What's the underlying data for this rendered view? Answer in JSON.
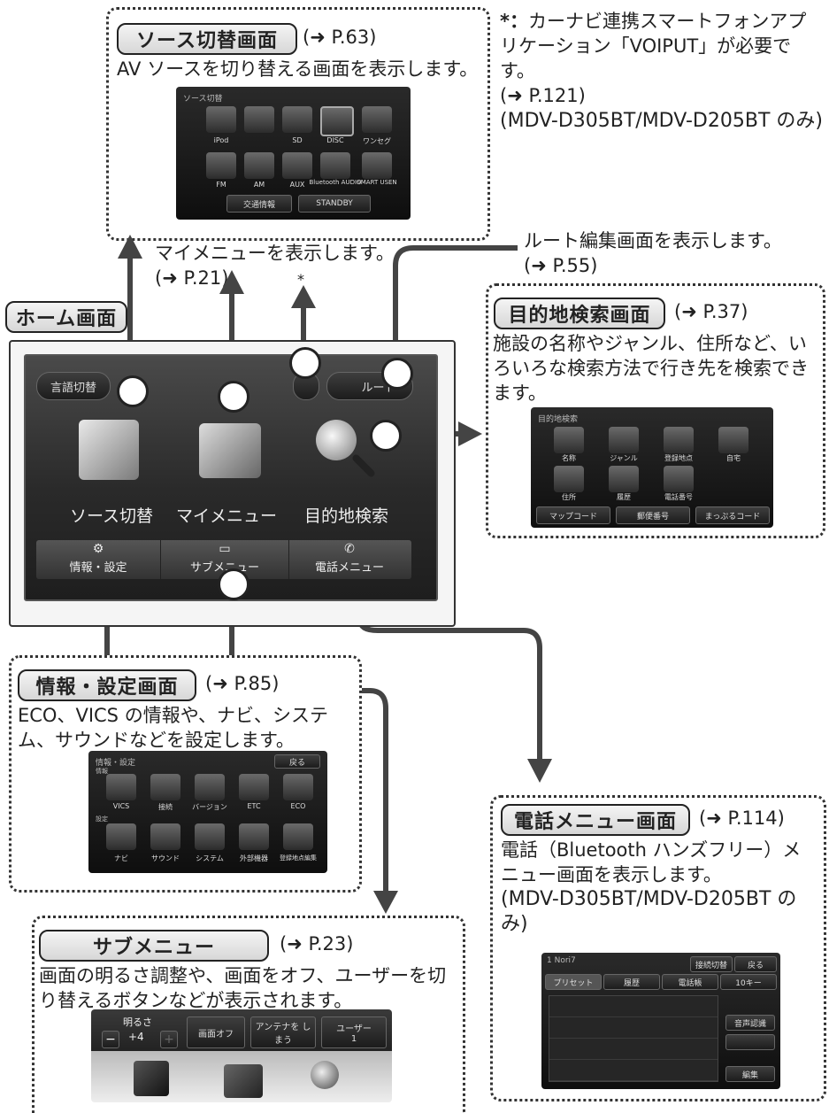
{
  "source_screen": {
    "title": "ソース切替画面",
    "ref": "(➜ P.63)",
    "desc": "AV ソースを切り替える画面を表示します。",
    "shot_title": "ソース切替",
    "items": [
      "iPod",
      "",
      "SD",
      "DISC",
      "ワンセグ",
      "FM",
      "AM",
      "AUX",
      "Bluetooth AUDIO",
      "SMART USEN"
    ],
    "traffic": "交通情報",
    "standby": "STANDBY"
  },
  "note": {
    "star": "*：",
    "text": "カーナビ連携スマートフォンアプリケーション「VOIPUT」が必要です。",
    "ref": "(➜ P.121)",
    "models": "(MDV-D305BT/MDV-D205BT のみ)"
  },
  "mymenu": {
    "text": "マイメニューを表示します。",
    "ref": "(➜ P.21)"
  },
  "asterisk": "*",
  "route_edit": {
    "text": "ルート編集画面を表示します。",
    "ref": "(➜ P.55)"
  },
  "home": {
    "label": "ホーム画面",
    "lang_button": "言語切替",
    "route_button": "ルート",
    "items": [
      "ソース切替",
      "マイメニュー",
      "目的地検索"
    ],
    "bottom": [
      "情報・設定",
      "サブメニュー",
      "電話メニュー"
    ]
  },
  "dest": {
    "title": "目的地検索画面",
    "ref": "(➜ P.37)",
    "desc": "施設の名称やジャンル、住所など、いろいろな検索方法で行き先を検索できます。",
    "shot_title": "目的地検索",
    "items": [
      "名称",
      "ジャンル",
      "登録地点",
      "自宅",
      "住所",
      "履歴",
      "電話番号"
    ],
    "bottom": [
      "マップコード",
      "郵便番号",
      "まっぷるコード"
    ]
  },
  "info": {
    "title": "情報・設定画面",
    "ref": "(➜ P.85)",
    "desc": "ECO、VICS の情報や、ナビ、システム、サウンドなどを設定します。",
    "shot_title": "情報・設定",
    "back": "戻る",
    "sec1": "情報",
    "sec2": "設定",
    "row1": [
      "VICS",
      "接続",
      "バージョン",
      "ETC",
      "ECO"
    ],
    "row2": [
      "ナビ",
      "サウンド",
      "システム",
      "外部機器",
      "登録地点編集"
    ]
  },
  "phone": {
    "title": "電話メニュー画面",
    "ref": "(➜ P.114)",
    "desc": "電話（Bluetooth ハンズフリー）メニュー画面を表示します。",
    "models": "(MDV-D305BT/MDV-D205BT のみ)",
    "status": "1 Nori7",
    "switch": "接続切替",
    "back": "戻る",
    "tabs": [
      "プリセット",
      "履歴",
      "電話帳",
      "10キー"
    ],
    "side": [
      "音声認識",
      "",
      "編集"
    ]
  },
  "sub": {
    "title": "サブメニュー",
    "ref": "(➜ P.23)",
    "desc": "画面の明るさ調整や、画面をオフ、ユーザーを切り替えるボタンなどが表示されます。",
    "brightness": "明るさ",
    "minus": "−",
    "value": "+4",
    "plus": "+",
    "screen_off": "画面オフ",
    "antenna": "アンテナを しまう",
    "user": "ユーザー",
    "user_value": "1"
  }
}
